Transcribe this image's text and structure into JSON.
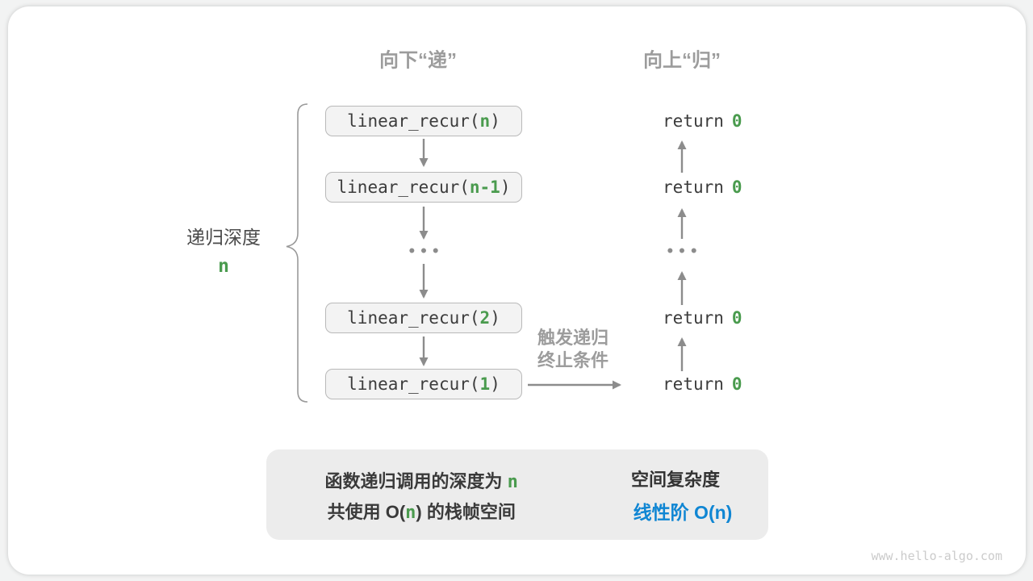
{
  "headers": {
    "down": "向下“递”",
    "up": "向上“归”"
  },
  "left_label": {
    "line1": "递归深度",
    "line2": "n"
  },
  "call_stack": {
    "boxes": [
      {
        "pre": "linear_recur(",
        "arg": "n",
        "post": ")"
      },
      {
        "pre": "linear_recur(",
        "arg": "n-1",
        "post": ")"
      },
      {
        "pre": "linear_recur(",
        "arg": "2",
        "post": ")"
      },
      {
        "pre": "linear_recur(",
        "arg": "1",
        "post": ")"
      }
    ],
    "ellipsis": "•••"
  },
  "returns": {
    "pre": "return",
    "val": "0",
    "ellipsis": "•••"
  },
  "trigger_label": {
    "line1": "触发递归",
    "line2": "终止条件"
  },
  "summary": {
    "line1_pre": "函数递归调用的深度为 ",
    "line1_hl": "n",
    "line2_pre": "共使用 O(",
    "line2_hl": "n",
    "line2_post": ") 的栈帧空间",
    "right_title": "空间复杂度",
    "right_value": "线性阶 O(n)"
  },
  "watermark": "www.hello-algo.com",
  "colors": {
    "green": "#4a9b4e",
    "blue": "#1086d3",
    "gray-label": "#9c9c9c",
    "dark-text": "#3c3c3c",
    "arrow": "#8c8c8c",
    "box-fill": "#f3f3f3",
    "box-border": "#b9b9b9",
    "summary-fill": "#ececec",
    "depth-label": "#4a4a4a",
    "watermark": "#cbcbcb",
    "block-arrow": "#c9c9c9"
  }
}
